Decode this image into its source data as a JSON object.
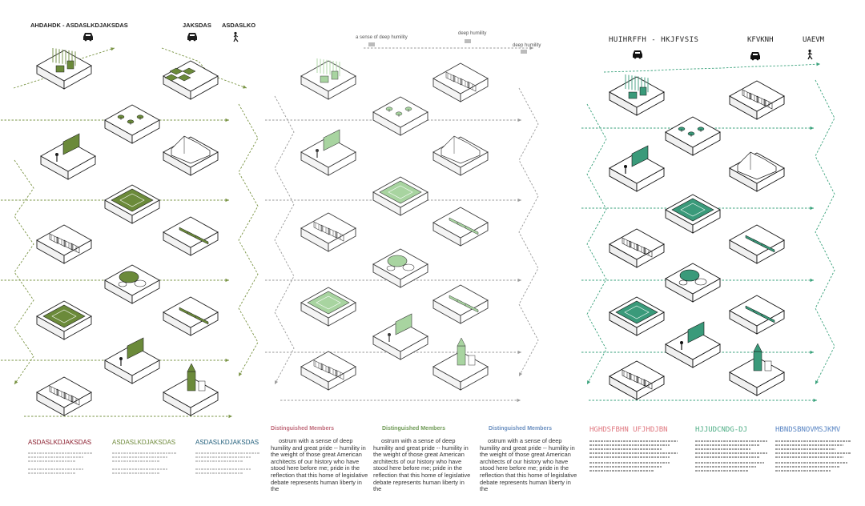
{
  "panel1": {
    "headers": [
      "AHDAHDK - ASDASLKDJAKSDAS",
      "JAKSDAS",
      "ASDASLKO"
    ],
    "legend": [
      {
        "title": "ASDASLKDJAKSDAS",
        "color": "#8a1c2c"
      },
      {
        "title": "ASDASLKDJAKSDAS",
        "color": "#6f8a3c"
      },
      {
        "title": "ASDASLKDJAKSDAS",
        "color": "#1f5d7a"
      }
    ]
  },
  "panel2": {
    "callouts": [
      "a sense of deep humility",
      "deep humility",
      "deep humility"
    ],
    "columns": [
      {
        "title": "Distinguished Members",
        "color": "#c06a7a",
        "text": "ostrum with a sense of deep humility and great pride -- humility in the weight of those great American architects of our history who have stood here before me; pride in the reflection that this home of legislative debate represents human liberty in the"
      },
      {
        "title": "Distinguished Members",
        "color": "#6e9a55",
        "text": "ostrum with a sense of deep humility and great pride -- humility in the weight of those great American architects of our history who have stood here before me; pride in the reflection that this home of legislative debate represents human liberty in the"
      },
      {
        "title": "Distinguished Members",
        "color": "#6a8fc0",
        "text": "ostrum with a sense of deep humility and great pride -- humility in the weight of those great American architects of our history who have stood here before me; pride in the reflection that this home of legislative debate represents human liberty in the"
      }
    ]
  },
  "panel3": {
    "headers": [
      "HUIHRFFH - HKJFVSIS",
      "KFVKNH",
      "UAEVM"
    ],
    "legend": [
      {
        "title": "HGHDSFBHN UFJHDJBN",
        "color": "#e07880"
      },
      {
        "title": "HJJUDCNDG-DJ",
        "color": "#4fae86"
      },
      {
        "title": "HBNDSBNOVMSJKMV",
        "color": "#5a86c4"
      }
    ]
  },
  "colors": {
    "olive": "#6b8a3a",
    "ink": "#1e1e1e",
    "teal": "#2e9a74",
    "gray": "#888888"
  }
}
